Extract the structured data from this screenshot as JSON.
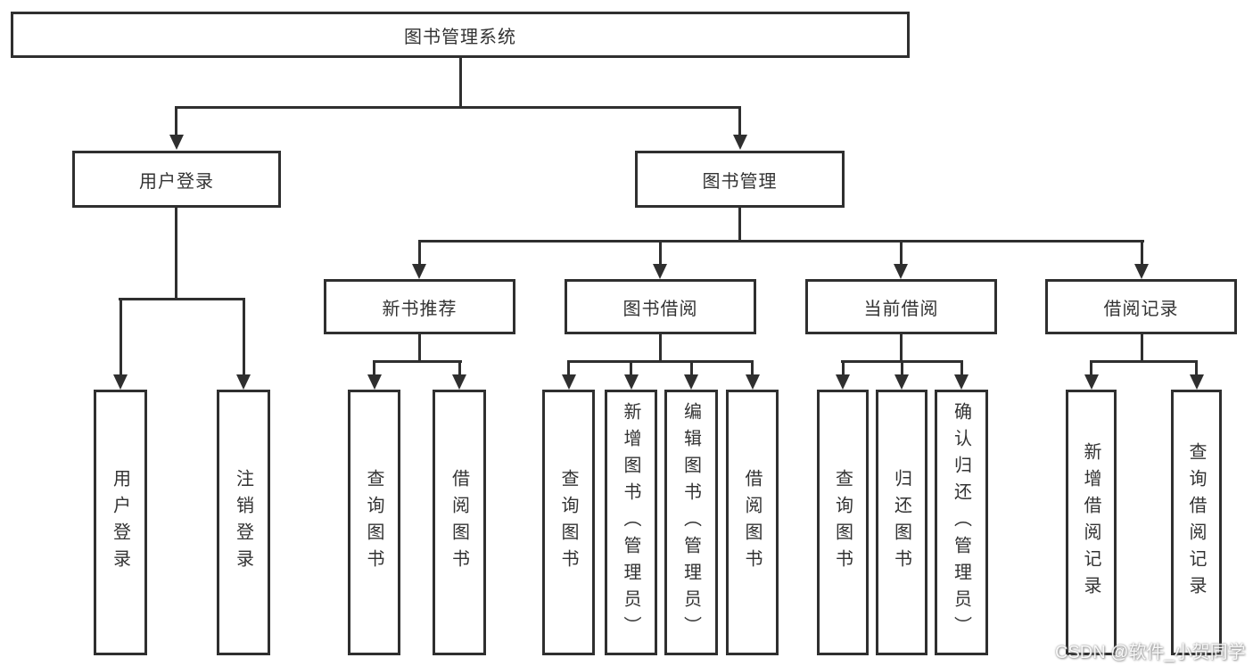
{
  "diagram": {
    "root": "图书管理系统",
    "user_login": {
      "label": "用户登录",
      "children": [
        "用户登录",
        "注销登录"
      ]
    },
    "book_mgmt": {
      "label": "图书管理",
      "groups": [
        {
          "label": "新书推荐",
          "children": [
            "查询图书",
            "借阅图书"
          ]
        },
        {
          "label": "图书借阅",
          "children": [
            "查询图书",
            "新增图书（管理员）",
            "编辑图书（管理员）",
            "借阅图书"
          ]
        },
        {
          "label": "当前借阅",
          "children": [
            "查询图书",
            "归还图书",
            "确认归还（管理员）"
          ]
        },
        {
          "label": "借阅记录",
          "children": [
            "新增借阅记录",
            "查询借阅记录"
          ]
        }
      ]
    }
  },
  "watermark": "CSDN @软件_小贺同学",
  "colors": {
    "line": "#2f2f2f",
    "text": "#333333",
    "background": "#ffffff"
  }
}
